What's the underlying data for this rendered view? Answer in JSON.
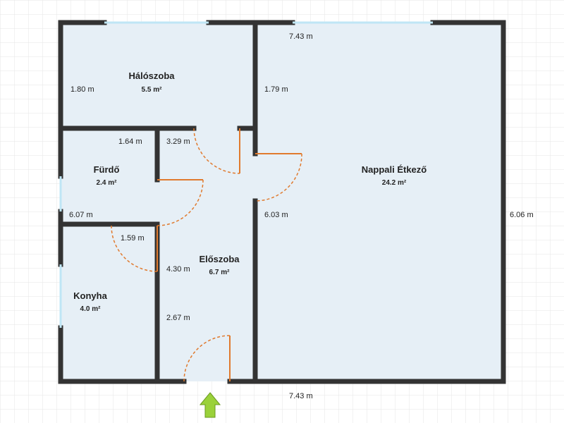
{
  "colors": {
    "wall": "#333333",
    "floor": "#e6eff6",
    "grid": "#e6e6e6",
    "window": "#bfe6f5",
    "door_swing": "#e07a2e",
    "entry_arrow": "#9ad13a",
    "background": "#ffffff"
  },
  "rooms": [
    {
      "name": "Hálószoba",
      "area": "5.5 m²"
    },
    {
      "name": "Fürdő",
      "area": "2.4 m²"
    },
    {
      "name": "Konyha",
      "area": "4.0 m²"
    },
    {
      "name": "Előszoba",
      "area": "6.7 m²"
    },
    {
      "name": "Nappali Étkező",
      "area": "24.2 m²"
    }
  ],
  "dimensions": [
    "7.43 m",
    "1.80 m",
    "1.79 m",
    "1.64 m",
    "3.29 m",
    "6.07 m",
    "1.59 m",
    "4.30 m",
    "6.03 m",
    "2.67 m",
    "6.06 m",
    "7.43 m"
  ],
  "entry_icon": "up-arrow-icon"
}
